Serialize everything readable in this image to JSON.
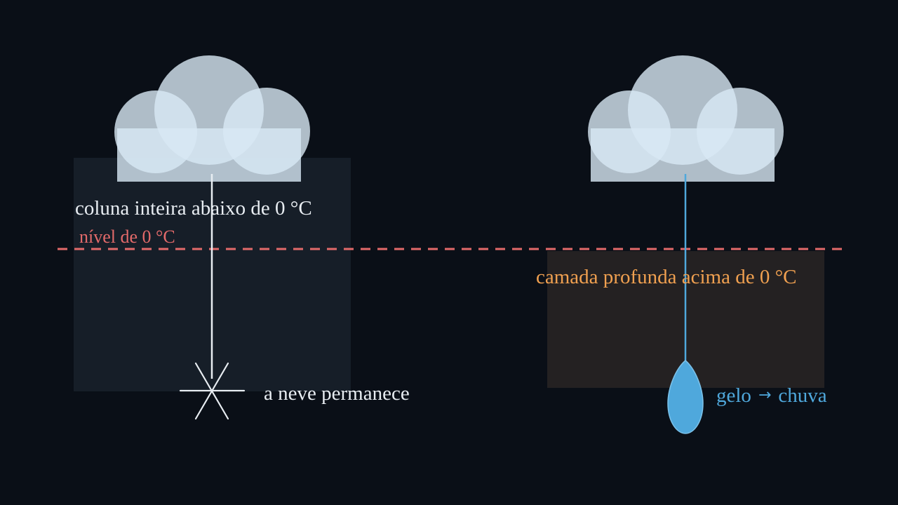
{
  "labels": {
    "left_column": "coluna inteira abaixo de 0 °C",
    "freezing_level": "nível de 0 °C",
    "snow_stays": "a neve permanece",
    "warm_layer": "camada profunda acima de 0 °C",
    "rain_from": "gelo",
    "rain_arrow": "→",
    "rain_to": "chuva"
  },
  "colors": {
    "background": "#0a0f17",
    "cold_text": "#e8edf2",
    "freezing_line": "#e36a6a",
    "warm_text": "#f0a050",
    "rain": "#4fa8dc",
    "cloud": "#d8e8f5"
  },
  "icons": {
    "left_cloud": "cloud-icon",
    "right_cloud": "cloud-icon",
    "snowflake": "snowflake-icon",
    "raindrop": "raindrop-icon"
  }
}
